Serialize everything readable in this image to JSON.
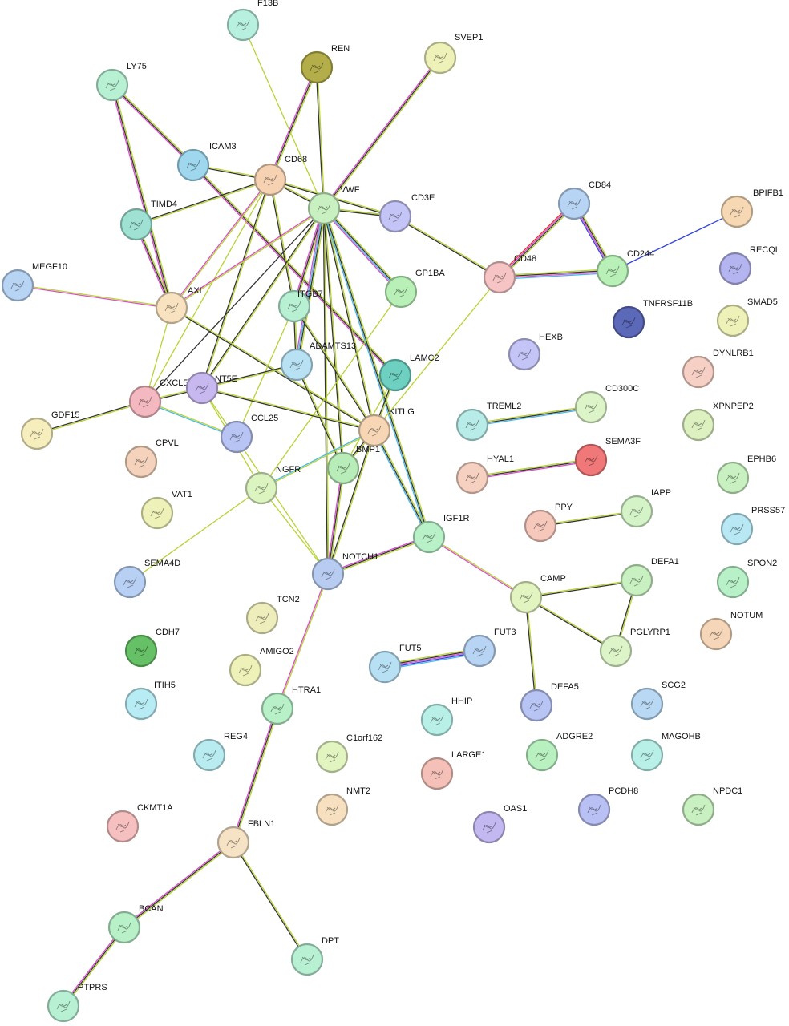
{
  "network": {
    "nodes": [
      {
        "id": "F13B",
        "label": "F13B",
        "color": "#b8f0e0"
      },
      {
        "id": "REN",
        "label": "REN",
        "color": "#b3ad4a"
      },
      {
        "id": "SVEP1",
        "label": "SVEP1",
        "color": "#eef2b8"
      },
      {
        "id": "LY75",
        "label": "LY75",
        "color": "#b8f0d4"
      },
      {
        "id": "ICAM3",
        "label": "ICAM3",
        "color": "#9fd8ee"
      },
      {
        "id": "CD68",
        "label": "CD68",
        "color": "#f6d2b2"
      },
      {
        "id": "VWF",
        "label": "VWF",
        "color": "#c8f0c0"
      },
      {
        "id": "CD3E",
        "label": "CD3E",
        "color": "#c4c4f6"
      },
      {
        "id": "CD84",
        "label": "CD84",
        "color": "#b8d4f4"
      },
      {
        "id": "BPIFB1",
        "label": "BPIFB1",
        "color": "#f6d8b4"
      },
      {
        "id": "TIMD4",
        "label": "TIMD4",
        "color": "#9fe2d4"
      },
      {
        "id": "MEGF10",
        "label": "MEGF10",
        "color": "#b8d4f4"
      },
      {
        "id": "AXL",
        "label": "AXL",
        "color": "#f8e2c0"
      },
      {
        "id": "ITGB7",
        "label": "ITGB7",
        "color": "#b8f0d4"
      },
      {
        "id": "GP1BA",
        "label": "GP1BA",
        "color": "#b8f0b8"
      },
      {
        "id": "CD48",
        "label": "CD48",
        "color": "#f6c4c4"
      },
      {
        "id": "CD244",
        "label": "CD244",
        "color": "#b8f0b8"
      },
      {
        "id": "RECQL",
        "label": "RECQL",
        "color": "#b4b4f0"
      },
      {
        "id": "TNFRSF11B",
        "label": "TNFRSF11B",
        "color": "#5c68b8"
      },
      {
        "id": "SMAD5",
        "label": "SMAD5",
        "color": "#eef2b8"
      },
      {
        "id": "ADAMTS13",
        "label": "ADAMTS13",
        "color": "#b8e2f4"
      },
      {
        "id": "LAMC2",
        "label": "LAMC2",
        "color": "#6ed0c0"
      },
      {
        "id": "HEXB",
        "label": "HEXB",
        "color": "#c4c4f6"
      },
      {
        "id": "DYNLRB1",
        "label": "DYNLRB1",
        "color": "#f6d0c4"
      },
      {
        "id": "CXCL5",
        "label": "CXCL5",
        "color": "#f4b8c0"
      },
      {
        "id": "NT5E",
        "label": "NT5E",
        "color": "#c8b8f0"
      },
      {
        "id": "GDF15",
        "label": "GDF15",
        "color": "#f6eebc"
      },
      {
        "id": "KITLG",
        "label": "KITLG",
        "color": "#f6d6b4"
      },
      {
        "id": "CCL25",
        "label": "CCL25",
        "color": "#b8c4f4"
      },
      {
        "id": "TREML2",
        "label": "TREML2",
        "color": "#b8ece8"
      },
      {
        "id": "CD300C",
        "label": "CD300C",
        "color": "#dcf4c8"
      },
      {
        "id": "XPNPEP2",
        "label": "XPNPEP2",
        "color": "#dcf0c0"
      },
      {
        "id": "CPVL",
        "label": "CPVL",
        "color": "#f4d2bc"
      },
      {
        "id": "BMP1",
        "label": "BMP1",
        "color": "#b8ecb8"
      },
      {
        "id": "NGFR",
        "label": "NGFR",
        "color": "#dcf4c0"
      },
      {
        "id": "HYAL1",
        "label": "HYAL1",
        "color": "#f6d0c0"
      },
      {
        "id": "SEMA3F",
        "label": "SEMA3F",
        "color": "#f07878"
      },
      {
        "id": "EPHB6",
        "label": "EPHB6",
        "color": "#c8f0c0"
      },
      {
        "id": "VAT1",
        "label": "VAT1",
        "color": "#eef2b8"
      },
      {
        "id": "PPY",
        "label": "PPY",
        "color": "#f6c8bc"
      },
      {
        "id": "IAPP",
        "label": "IAPP",
        "color": "#d4f4c8"
      },
      {
        "id": "PRSS57",
        "label": "PRSS57",
        "color": "#b8e8f4"
      },
      {
        "id": "IGF1R",
        "label": "IGF1R",
        "color": "#b8f0c8"
      },
      {
        "id": "SEMA4D",
        "label": "SEMA4D",
        "color": "#b8d0f4"
      },
      {
        "id": "NOTCH1",
        "label": "NOTCH1",
        "color": "#b8ccf2"
      },
      {
        "id": "CAMP",
        "label": "CAMP",
        "color": "#e2f4c0"
      },
      {
        "id": "DEFA1",
        "label": "DEFA1",
        "color": "#c8f0c0"
      },
      {
        "id": "SPON2",
        "label": "SPON2",
        "color": "#b8f0c8"
      },
      {
        "id": "TCN2",
        "label": "TCN2",
        "color": "#eeeebc"
      },
      {
        "id": "NOTUM",
        "label": "NOTUM",
        "color": "#f6d6b8"
      },
      {
        "id": "PGLYRP1",
        "label": "PGLYRP1",
        "color": "#dcf4c8"
      },
      {
        "id": "CDH7",
        "label": "CDH7",
        "color": "#66c066"
      },
      {
        "id": "AMIGO2",
        "label": "AMIGO2",
        "color": "#eef2b8"
      },
      {
        "id": "FUT5",
        "label": "FUT5",
        "color": "#b8e0f4"
      },
      {
        "id": "FUT3",
        "label": "FUT3",
        "color": "#b8d4f4"
      },
      {
        "id": "ITIH5",
        "label": "ITIH5",
        "color": "#b8ecf4"
      },
      {
        "id": "HTRA1",
        "label": "HTRA1",
        "color": "#b8f0c8"
      },
      {
        "id": "DEFA5",
        "label": "DEFA5",
        "color": "#b8c4f4"
      },
      {
        "id": "SCG2",
        "label": "SCG2",
        "color": "#b8d8f4"
      },
      {
        "id": "HHIP",
        "label": "HHIP",
        "color": "#b8f0e8"
      },
      {
        "id": "REG4",
        "label": "REG4",
        "color": "#b8ecf0"
      },
      {
        "id": "C1orf162",
        "label": "C1orf162",
        "color": "#e2f4c0"
      },
      {
        "id": "ADGRE2",
        "label": "ADGRE2",
        "color": "#b8f0c0"
      },
      {
        "id": "MAGOHB",
        "label": "MAGOHB",
        "color": "#b8f0e8"
      },
      {
        "id": "LARGE1",
        "label": "LARGE1",
        "color": "#f4c0b8"
      },
      {
        "id": "NMT2",
        "label": "NMT2",
        "color": "#f6e0c0"
      },
      {
        "id": "PCDH8",
        "label": "PCDH8",
        "color": "#b8c0f4"
      },
      {
        "id": "NPDC1",
        "label": "NPDC1",
        "color": "#c8f0c0"
      },
      {
        "id": "CKMT1A",
        "label": "CKMT1A",
        "color": "#f6c0c0"
      },
      {
        "id": "OAS1",
        "label": "OAS1",
        "color": "#c4b8f0"
      },
      {
        "id": "FBLN1",
        "label": "FBLN1",
        "color": "#f6e2c4"
      },
      {
        "id": "BCAN",
        "label": "BCAN",
        "color": "#b8f0c8"
      },
      {
        "id": "DPT",
        "label": "DPT",
        "color": "#b8f0d4"
      },
      {
        "id": "PTPRS",
        "label": "PTPRS",
        "color": "#b8f0d4"
      }
    ],
    "edges": [
      {
        "from": "F13B",
        "to": "VWF",
        "colors": [
          "#b5d334"
        ]
      },
      {
        "from": "REN",
        "to": "VWF",
        "colors": [
          "#b5d334",
          "#333333"
        ]
      },
      {
        "from": "REN",
        "to": "CD68",
        "colors": [
          "#b5d334",
          "#333333",
          "#d94ec8"
        ]
      },
      {
        "from": "SVEP1",
        "to": "VWF",
        "colors": [
          "#b5d334",
          "#333333",
          "#d94ec8"
        ]
      },
      {
        "from": "LY75",
        "to": "ICAM3",
        "colors": [
          "#b5d334",
          "#333333",
          "#d94ec8"
        ]
      },
      {
        "from": "ICAM3",
        "to": "CD68",
        "colors": [
          "#b5d334",
          "#333333"
        ]
      },
      {
        "from": "ICAM3",
        "to": "LAMC2",
        "colors": [
          "#b5d334",
          "#333333",
          "#d94ec8"
        ]
      },
      {
        "from": "LY75",
        "to": "AXL",
        "colors": [
          "#b5d334",
          "#333333",
          "#d94ec8"
        ]
      },
      {
        "from": "CD68",
        "to": "VWF",
        "colors": [
          "#b5d334",
          "#333333"
        ]
      },
      {
        "from": "CD68",
        "to": "TIMD4",
        "colors": [
          "#b5d334",
          "#333333"
        ]
      },
      {
        "from": "CD68",
        "to": "AXL",
        "colors": [
          "#b5d334",
          "#d94ec8"
        ]
      },
      {
        "from": "CD68",
        "to": "NT5E",
        "colors": [
          "#b5d334",
          "#333333"
        ]
      },
      {
        "from": "CD68",
        "to": "CXCL5",
        "colors": [
          "#b5d334"
        ]
      },
      {
        "from": "CD68",
        "to": "ITGB7",
        "colors": [
          "#b5d334",
          "#333333"
        ]
      },
      {
        "from": "CD68",
        "to": "CD3E",
        "colors": [
          "#b5d334",
          "#333333"
        ]
      },
      {
        "from": "TIMD4",
        "to": "AXL",
        "colors": [
          "#b5d334",
          "#333333",
          "#d94ec8"
        ]
      },
      {
        "from": "MEGF10",
        "to": "AXL",
        "colors": [
          "#b5d334",
          "#d94ec8"
        ]
      },
      {
        "from": "VWF",
        "to": "CD3E",
        "colors": [
          "#b5d334",
          "#333333"
        ]
      },
      {
        "from": "VWF",
        "to": "ITGB7",
        "colors": [
          "#b5d334",
          "#333333",
          "#d94ec8"
        ]
      },
      {
        "from": "VWF",
        "to": "GP1BA",
        "colors": [
          "#b5d334",
          "#333333",
          "#4ab8e6",
          "#d94ec8"
        ]
      },
      {
        "from": "VWF",
        "to": "AXL",
        "colors": [
          "#b5d334",
          "#d94ec8"
        ]
      },
      {
        "from": "VWF",
        "to": "NT5E",
        "colors": [
          "#b5d334",
          "#333333"
        ]
      },
      {
        "from": "VWF",
        "to": "KITLG",
        "colors": [
          "#b5d334",
          "#333333"
        ]
      },
      {
        "from": "VWF",
        "to": "NOTCH1",
        "colors": [
          "#b5d334",
          "#333333"
        ]
      },
      {
        "from": "VWF",
        "to": "CXCL5",
        "colors": [
          "#333333"
        ]
      },
      {
        "from": "VWF",
        "to": "BMP1",
        "colors": [
          "#b5d334",
          "#333333"
        ]
      },
      {
        "from": "VWF",
        "to": "ADAMTS13",
        "colors": [
          "#b5d334",
          "#333333",
          "#4ab8e6",
          "#d94ec8"
        ]
      },
      {
        "from": "VWF",
        "to": "IGF1R",
        "colors": [
          "#b5d334",
          "#333333",
          "#4ab8e6"
        ]
      },
      {
        "from": "CD3E",
        "to": "CD48",
        "colors": [
          "#b5d334",
          "#333333"
        ]
      },
      {
        "from": "CD84",
        "to": "CD48",
        "colors": [
          "#b5d334",
          "#333333",
          "#d94ec8",
          "#e03030"
        ]
      },
      {
        "from": "CD84",
        "to": "CD244",
        "colors": [
          "#b5d334",
          "#333333",
          "#d94ec8",
          "#3344dd"
        ]
      },
      {
        "from": "CD48",
        "to": "CD244",
        "colors": [
          "#b5d334",
          "#333333",
          "#d94ec8",
          "#4ab8e6"
        ]
      },
      {
        "from": "CD244",
        "to": "BPIFB1",
        "colors": [
          "#3344dd"
        ]
      },
      {
        "from": "CD48",
        "to": "KITLG",
        "colors": [
          "#b5d334"
        ]
      },
      {
        "from": "AXL",
        "to": "KITLG",
        "colors": [
          "#b5d334",
          "#333333"
        ]
      },
      {
        "from": "AXL",
        "to": "CXCL5",
        "colors": [
          "#b5d334"
        ]
      },
      {
        "from": "ITGB7",
        "to": "KITLG",
        "colors": [
          "#b5d334",
          "#333333"
        ]
      },
      {
        "from": "ITGB7",
        "to": "CCL25",
        "colors": [
          "#b5d334"
        ]
      },
      {
        "from": "ITGB7",
        "to": "ADAMTS13",
        "colors": [
          "#b5d334",
          "#333333"
        ]
      },
      {
        "from": "ADAMTS13",
        "to": "BMP1",
        "colors": [
          "#b5d334",
          "#333333"
        ]
      },
      {
        "from": "ADAMTS13",
        "to": "NT5E",
        "colors": [
          "#b5d334",
          "#333333"
        ]
      },
      {
        "from": "GP1BA",
        "to": "NGFR",
        "colors": [
          "#b5d334"
        ]
      },
      {
        "from": "LAMC2",
        "to": "BMP1",
        "colors": [
          "#b5d334"
        ]
      },
      {
        "from": "LAMC2",
        "to": "KITLG",
        "colors": [
          "#b5d334",
          "#333333"
        ]
      },
      {
        "from": "CXCL5",
        "to": "NT5E",
        "colors": [
          "#b5d334",
          "#333333"
        ]
      },
      {
        "from": "CXCL5",
        "to": "GDF15",
        "colors": [
          "#b5d334",
          "#333333"
        ]
      },
      {
        "from": "CXCL5",
        "to": "CCL25",
        "colors": [
          "#b5d334",
          "#4ab8e6"
        ]
      },
      {
        "from": "NT5E",
        "to": "KITLG",
        "colors": [
          "#b5d334",
          "#333333"
        ]
      },
      {
        "from": "NT5E",
        "to": "NGFR",
        "colors": [
          "#b5d334"
        ]
      },
      {
        "from": "NT5E",
        "to": "NOTCH1",
        "colors": [
          "#b5d334"
        ]
      },
      {
        "from": "KITLG",
        "to": "NGFR",
        "colors": [
          "#b5d334",
          "#4ab8e6"
        ]
      },
      {
        "from": "KITLG",
        "to": "NOTCH1",
        "colors": [
          "#b5d334",
          "#333333"
        ]
      },
      {
        "from": "KITLG",
        "to": "IGF1R",
        "colors": [
          "#b5d334",
          "#333333",
          "#4ab8e6"
        ]
      },
      {
        "from": "KITLG",
        "to": "BMP1",
        "colors": [
          "#b5d334",
          "#333333"
        ]
      },
      {
        "from": "BMP1",
        "to": "NOTCH1",
        "colors": [
          "#b5d334",
          "#333333",
          "#d94ec8"
        ]
      },
      {
        "from": "NGFR",
        "to": "SEMA4D",
        "colors": [
          "#b5d334"
        ]
      },
      {
        "from": "NGFR",
        "to": "NOTCH1",
        "colors": [
          "#b5d334"
        ]
      },
      {
        "from": "IGF1R",
        "to": "NOTCH1",
        "colors": [
          "#b5d334",
          "#333333",
          "#d94ec8"
        ]
      },
      {
        "from": "IGF1R",
        "to": "CAMP",
        "colors": [
          "#b5d334",
          "#d94ec8"
        ]
      },
      {
        "from": "NOTCH1",
        "to": "HTRA1",
        "colors": [
          "#b5d334",
          "#d94ec8"
        ]
      },
      {
        "from": "TREML2",
        "to": "CD300C",
        "colors": [
          "#b5d334",
          "#333333",
          "#4ab8e6"
        ]
      },
      {
        "from": "HYAL1",
        "to": "SEMA3F",
        "colors": [
          "#b5d334",
          "#333333",
          "#d94ec8"
        ]
      },
      {
        "from": "PPY",
        "to": "IAPP",
        "colors": [
          "#b5d334",
          "#333333"
        ]
      },
      {
        "from": "CAMP",
        "to": "DEFA1",
        "colors": [
          "#b5d334",
          "#333333"
        ]
      },
      {
        "from": "CAMP",
        "to": "PGLYRP1",
        "colors": [
          "#b5d334",
          "#333333"
        ]
      },
      {
        "from": "CAMP",
        "to": "DEFA5",
        "colors": [
          "#b5d334",
          "#333333"
        ]
      },
      {
        "from": "DEFA1",
        "to": "PGLYRP1",
        "colors": [
          "#b5d334",
          "#333333"
        ]
      },
      {
        "from": "FUT5",
        "to": "FUT3",
        "colors": [
          "#b5d334",
          "#333333",
          "#d94ec8",
          "#3344dd",
          "#4ab8e6"
        ]
      },
      {
        "from": "HTRA1",
        "to": "FBLN1",
        "colors": [
          "#b5d334",
          "#333333",
          "#d94ec8"
        ]
      },
      {
        "from": "FBLN1",
        "to": "BCAN",
        "colors": [
          "#b5d334",
          "#333333",
          "#d94ec8"
        ]
      },
      {
        "from": "FBLN1",
        "to": "DPT",
        "colors": [
          "#b5d334",
          "#333333"
        ]
      },
      {
        "from": "BCAN",
        "to": "PTPRS",
        "colors": [
          "#b5d334",
          "#333333",
          "#d94ec8"
        ]
      }
    ]
  }
}
